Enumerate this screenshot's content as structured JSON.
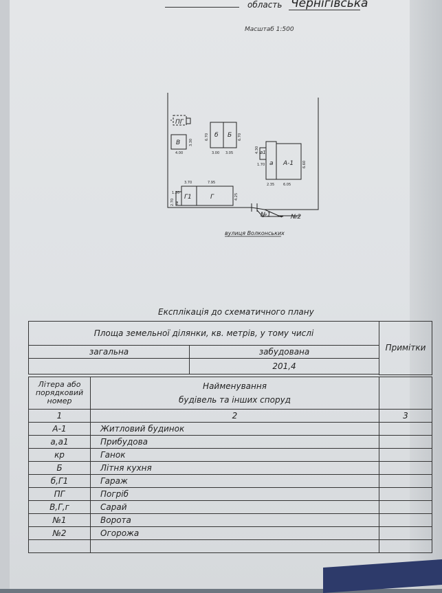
{
  "header": {
    "region_label": "область",
    "region_value": "Чернігівська"
  },
  "scale": "Масштаб 1:500",
  "plan": {
    "street": "вулиця Волконських",
    "labels": {
      "pg": "ПГ",
      "v": "В",
      "b_small": "б",
      "b_big": "Б",
      "a1": "а1",
      "a": "а",
      "A1": "А-1",
      "G1": "Г1",
      "G": "Г",
      "gate": "№1",
      "fence": "№2"
    },
    "dims": {
      "d1": "3.30",
      "d2": "4.00",
      "d3": "6.70",
      "d4": "3.00",
      "d5": "3.05",
      "d6": "6.70",
      "d7": "4.30",
      "d8": "1.70",
      "d9": "6.60",
      "d10": "2.35",
      "d11": "6.05",
      "d12": "3.70",
      "d13": "7.95",
      "d14": "1.20",
      "d15": "2.70",
      "d16": "4.25",
      "d17": "№"
    }
  },
  "table": {
    "title": "Експлікація до схематичного плану",
    "area_header": "Площа земельної ділянки, кв. метрів, у тому числі",
    "total_label": "загальна",
    "built_label": "забудована",
    "total_value": "",
    "built_value": "201,4",
    "notes_header": "Примітки",
    "col1_header": "Літера або порядковий номер",
    "col2_header_line1": "Найменування",
    "col2_header_line2": "будівель та інших споруд",
    "col_numbers": [
      "1",
      "2",
      "3"
    ],
    "rows": [
      {
        "code": "А-1",
        "name": "Житловий будинок"
      },
      {
        "code": "а,а1",
        "name": "Прибудова"
      },
      {
        "code": "кр",
        "name": "Ганок"
      },
      {
        "code": "Б",
        "name": "Літня кухня"
      },
      {
        "code": "б,Г1",
        "name": "Гараж"
      },
      {
        "code": "ПГ",
        "name": "Погріб"
      },
      {
        "code": "В,Г,г",
        "name": "Сарай"
      },
      {
        "code": "№1",
        "name": "Ворота"
      },
      {
        "code": "№2",
        "name": "Огорожа"
      },
      {
        "code": "",
        "name": ""
      }
    ]
  }
}
